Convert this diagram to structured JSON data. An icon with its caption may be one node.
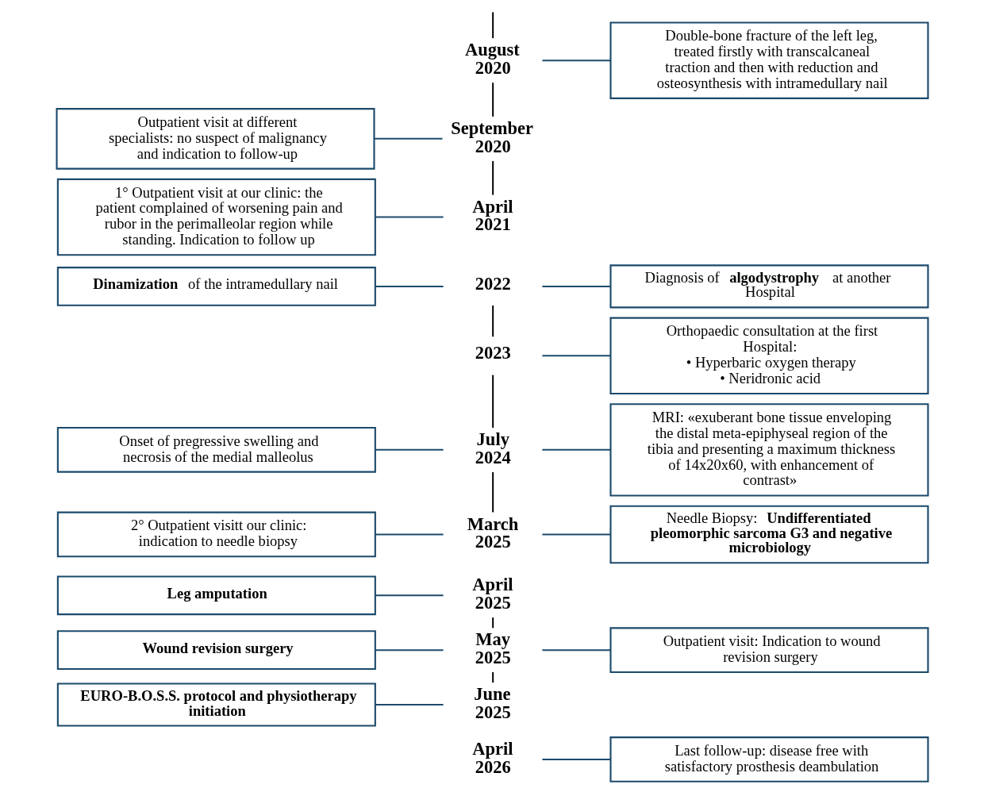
{
  "diagram": {
    "nodes": [
      {
        "text": [
          "Outpatient visit at different specialists: no suspect of malignancy and indication to follow-up"
        ]
      },
      {
        "text": [
          "August 2020"
        ]
      },
      {
        "text": [
          "Double-bone fracture of the left leg, treated firstly with transcalcaneal traction and then with reduction and osteosynthesis with intramedullary nail"
        ]
      },
      {
        "text": [
          "September 2020"
        ]
      },
      {
        "text": [
          "1° Outpatient visit at our clinic: the patient complained of worsening pain and rubor in the perimalleolar region while standing. Indication to follow up"
        ]
      },
      {
        "text": [
          "April 2021"
        ]
      },
      {
        "text": [
          "Diagnosis of **algodystrophy** at another Hospital"
        ]
      },
      {
        "text": [
          "**Dinamization** of the intramedullary nail"
        ]
      },
      {
        "text": [
          "2022"
        ]
      },
      {
        "text": [
          "Orthopaedic consultation at the first Hospital:",
          "• Hyperbaric oxygen therapy",
          "• Neridronic acid"
        ]
      },
      {
        "text": [
          "2023"
        ]
      },
      {
        "text": [
          "Onset of pregressive swelling and necrosis of the medial malleolus"
        ]
      },
      {
        "text": [
          "July 2024"
        ]
      },
      {
        "text": [
          "MRI: «exuberant bone tissue enveloping the distal meta-epiphyseal region of the tibia and presenting a maximum thickness of 14x20x60, with enhancement of contrast»"
        ]
      },
      {
        "text": [
          "2° Outpatient visitt our clinic: indication to needle biopsy"
        ]
      },
      {
        "text": [
          "March 2025"
        ]
      },
      {
        "text": [
          "Needle Biopsy: **Undifferentiated pleomorphic sarcoma G3 and negative microbiology**"
        ]
      },
      {
        "text": [
          "Leg amputation"
        ]
      },
      {
        "text": [
          "April 2025"
        ]
      },
      {
        "text": [
          "Wound revision surgery"
        ]
      },
      {
        "text": [
          "May 2025"
        ]
      },
      {
        "text": [
          "Outpatient visit: Indication to wound revision surgery"
        ]
      },
      {
        "text": [
          "EURO-B.O.S.S. protocol and physiotherapy initiation"
        ]
      },
      {
        "text": [
          "June 2025"
        ]
      },
      {
        "text": [
          "Last follow-up: disease free with satisfactory prosthesis deambulation"
        ]
      },
      {
        "text": [
          "April 2026"
        ]
      }
    ],
    "edges": [
      {
        "from": null,
        "to": 1,
        "arrow": "none",
        "color": "#000000"
      },
      {
        "from": 1,
        "to": 3,
        "arrow": "none",
        "color": "#000000"
      },
      {
        "from": 3,
        "to": 5,
        "arrow": "none",
        "color": "#000000"
      },
      {
        "from": 8,
        "to": 10,
        "arrow": "none",
        "color": "#000000"
      },
      {
        "from": 10,
        "to": 12,
        "arrow": "none",
        "color": "#000000"
      },
      {
        "from": 12,
        "to": 15,
        "arrow": "none",
        "color": "#000000"
      },
      {
        "from": 18,
        "to": 20,
        "arrow": "none",
        "color": "#000000"
      },
      {
        "from": 20,
        "to": 23,
        "arrow": "none",
        "color": "#000000"
      },
      {
        "from": 1,
        "to": 2,
        "arrow": "none"
      },
      {
        "from": 0,
        "to": 3,
        "arrow": "none"
      },
      {
        "from": 4,
        "to": 5,
        "arrow": "none"
      },
      {
        "from": 8,
        "to": 6,
        "arrow": "none"
      },
      {
        "from": 7,
        "to": 8,
        "arrow": "none"
      },
      {
        "from": 10,
        "to": 9,
        "arrow": "none"
      },
      {
        "from": 11,
        "to": 12,
        "arrow": "none"
      },
      {
        "from": 12,
        "to": 13,
        "arrow": "none"
      },
      {
        "from": 14,
        "to": 15,
        "arrow": "none"
      },
      {
        "from": 15,
        "to": 16,
        "arrow": "none"
      },
      {
        "from": 17,
        "to": 18,
        "arrow": "none"
      },
      {
        "from": 19,
        "to": 20,
        "arrow": "none"
      },
      {
        "from": 20,
        "to": 21,
        "arrow": "none"
      },
      {
        "from": 22,
        "to": 23,
        "arrow": "none"
      },
      {
        "from": 25,
        "to": 24,
        "arrow": "none"
      }
    ]
  }
}
